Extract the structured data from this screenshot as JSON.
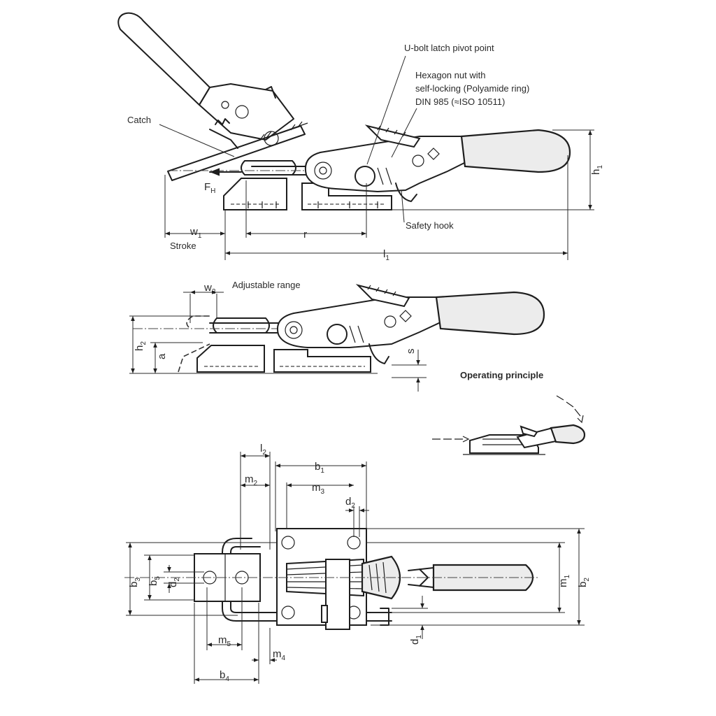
{
  "callouts": {
    "catch": "Catch",
    "ubolt_pivot": "U-bolt latch pivot point",
    "hex_nut_1": "Hexagon nut with",
    "hex_nut_2": "self-locking (Polyamide ring)",
    "hex_nut_3": "DIN 985 (≈ISO 10511)",
    "safety_hook": "Safety hook",
    "stroke": "Stroke",
    "adjustable_range": "Adjustable range",
    "operating_principle": "Operating principle"
  },
  "dimensions": {
    "force": {
      "base": "F",
      "sub": "H"
    },
    "w1": {
      "base": "w",
      "sub": "1"
    },
    "r": {
      "base": "r",
      "sub": ""
    },
    "l1": {
      "base": "l",
      "sub": "1"
    },
    "h1": {
      "base": "h",
      "sub": "1"
    },
    "w2": {
      "base": "w",
      "sub": "2"
    },
    "h2": {
      "base": "h",
      "sub": "2"
    },
    "a": {
      "base": "a",
      "sub": ""
    },
    "s": {
      "base": "s",
      "sub": ""
    },
    "l2": {
      "base": "l",
      "sub": "2"
    },
    "b1": {
      "base": "b",
      "sub": "1"
    },
    "m2": {
      "base": "m",
      "sub": "2"
    },
    "m3": {
      "base": "m",
      "sub": "3"
    },
    "d2_top": {
      "base": "d",
      "sub": "2"
    },
    "b3": {
      "base": "b",
      "sub": "3"
    },
    "b5": {
      "base": "b",
      "sub": "5"
    },
    "d2_left": {
      "base": "d",
      "sub": "2"
    },
    "m1": {
      "base": "m",
      "sub": "1"
    },
    "b2": {
      "base": "b",
      "sub": "2"
    },
    "d1": {
      "base": "d",
      "sub": "1"
    },
    "m5": {
      "base": "m",
      "sub": "5"
    },
    "m4": {
      "base": "m",
      "sub": "4"
    },
    "b4": {
      "base": "b",
      "sub": "4"
    }
  },
  "colors": {
    "line": "#1e1e1e",
    "text": "#2a2a2a",
    "background": "#ffffff"
  },
  "icons": {
    "direction_arrows": "dashed-arrow-icon"
  }
}
